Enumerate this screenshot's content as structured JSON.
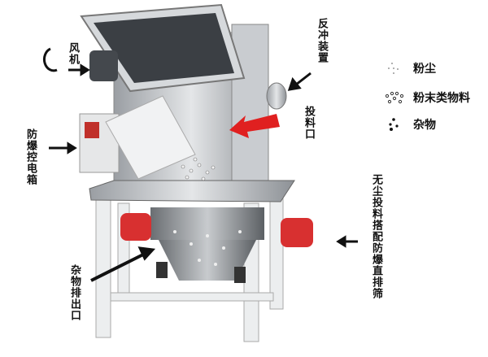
{
  "labels": {
    "fan": "风机",
    "backflush": "反冲装置",
    "feed_port": "投料口",
    "control_box": "防爆控电箱",
    "sieve": "无尘投料搭配防爆直排筛",
    "debris_outlet": "杂物排出口"
  },
  "legend": [
    {
      "label": "粉尘",
      "icon": "dust-dots-icon"
    },
    {
      "label": "粉末类物料",
      "icon": "powder-circles-icon"
    },
    {
      "label": "杂物",
      "icon": "debris-dots-icon"
    }
  ],
  "colors": {
    "accent_arrow": "#e02020",
    "arrow": "#111111",
    "vibrator_motor": "#d83030"
  }
}
